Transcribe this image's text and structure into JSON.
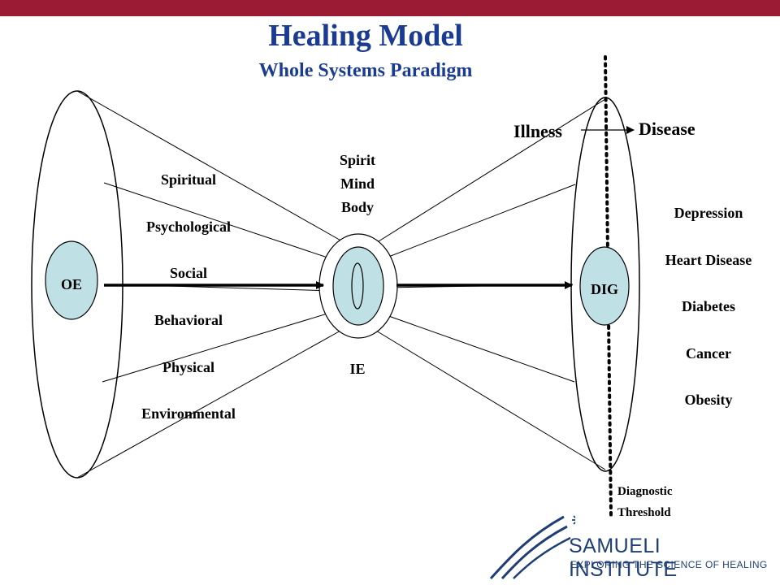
{
  "header": {
    "title": "Healing Model",
    "subtitle": "Whole Systems Paradigm"
  },
  "colors": {
    "topbar": "#9b1b35",
    "title": "#1a3b8f",
    "node_fill": "#bfe0e4",
    "line": "#000000",
    "logo": "#1f3f74"
  },
  "left_cone": {
    "node_label": "OE",
    "factors": [
      "Spiritual",
      "Psychological",
      "Social",
      "Behavioral",
      "Physical",
      "Environmental"
    ]
  },
  "center": {
    "levels": [
      "Spirit",
      "Mind",
      "Body"
    ],
    "node_label": "IE"
  },
  "right_cone": {
    "node_label": "DIG",
    "illness_label": "Illness",
    "disease_label": "Disease",
    "conditions": [
      "Depression",
      "Heart Disease",
      "Diabetes",
      "Cancer",
      "Obesity"
    ],
    "threshold_label": [
      "Diagnostic",
      "Threshold"
    ]
  },
  "logo": {
    "icon": "swoosh-star-logo",
    "name": "SAMUELI INSTITUTE",
    "tagline": "EXPLORING THE SCIENCE OF HEALING"
  }
}
